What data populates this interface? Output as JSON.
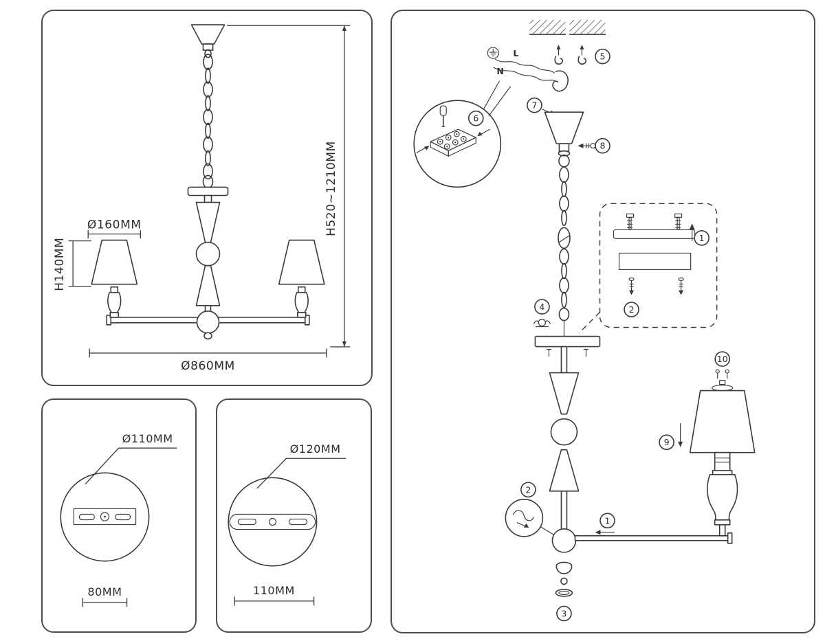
{
  "colors": {
    "line": "#3a3a3a",
    "panel_border": "#4d4d4d",
    "text": "#2d2d2d"
  },
  "front_view": {
    "shade_diameter": "Ø160MM",
    "shade_height": "H140MM",
    "overall_height": "H520~1210MM",
    "overall_diameter": "Ø860MM"
  },
  "bracket_small": {
    "diameter": "Ø110MM",
    "length": "80MM"
  },
  "bracket_large": {
    "diameter": "Ø120MM",
    "length": "110MM"
  },
  "installation": {
    "wire_live": "L",
    "wire_neutral": "N",
    "steps": {
      "s1": "1",
      "s2": "2",
      "s3": "3",
      "s4": "4",
      "s5": "5",
      "s6": "6",
      "s7": "7",
      "s8": "8",
      "s9": "9",
      "s10": "10"
    }
  }
}
